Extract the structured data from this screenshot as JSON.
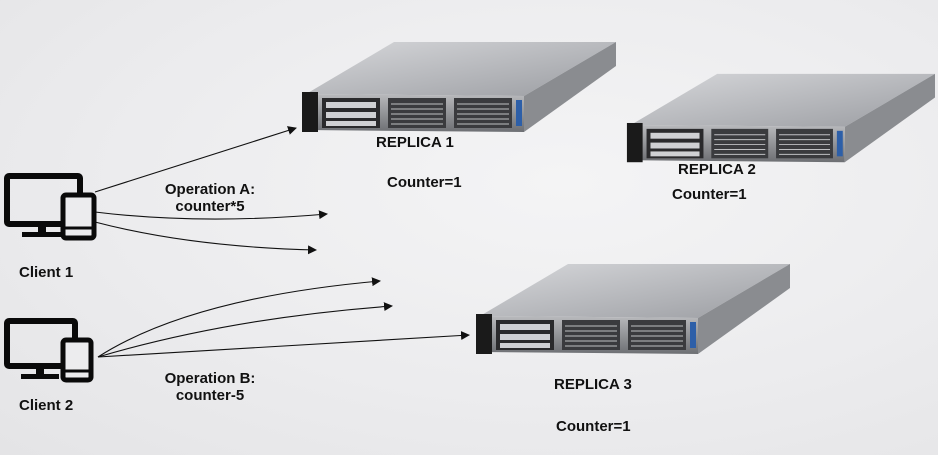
{
  "clients": [
    {
      "label": "Client 1"
    },
    {
      "label": "Client 2"
    }
  ],
  "operations": [
    {
      "line1": "Operation A:",
      "line2": "counter*5"
    },
    {
      "line1": "Operation B:",
      "line2": "counter-5"
    }
  ],
  "replicas": [
    {
      "name": "REPLICA 1",
      "counter": "Counter=1"
    },
    {
      "name": "REPLICA 2",
      "counter": "Counter=1"
    },
    {
      "name": "REPLICA 3",
      "counter": "Counter=1"
    }
  ]
}
